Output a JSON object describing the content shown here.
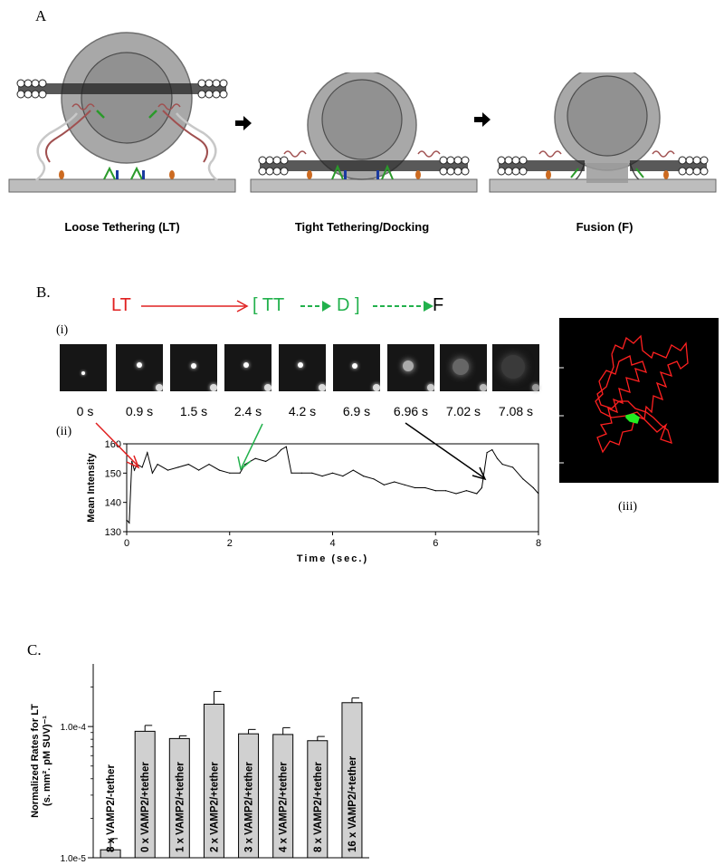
{
  "panel_a": {
    "letter": "A",
    "stages": [
      "Loose Tethering (LT)",
      "Tight Tethering/Docking",
      "Fusion (F)"
    ]
  },
  "panel_b": {
    "letter": "B.",
    "scheme": {
      "lt": "LT",
      "tt_open": "[ TT",
      "d_close": "D ]",
      "f": "F"
    },
    "label_i": "(i)",
    "label_ii": "(ii)",
    "label_iii": "(iii)",
    "frame_times": [
      "0 s",
      "0.9 s",
      "1.5 s",
      "2.4 s",
      "4.2 s",
      "6.9 s",
      "6.96 s",
      "7.02 s",
      "7.08 s"
    ],
    "colors": {
      "red": "#e02020",
      "green": "#22b14c",
      "black": "#000000"
    }
  },
  "panel_c": {
    "letter": "C."
  },
  "chart_data": [
    {
      "type": "line",
      "title": "",
      "xlabel": "Time (sec.)",
      "ylabel": "Mean Intensity",
      "xlim": [
        0,
        8
      ],
      "ylim": [
        130,
        160
      ],
      "xticks": [
        "0",
        "2",
        "4",
        "6",
        "8"
      ],
      "yticks": [
        "130",
        "140",
        "150",
        "160"
      ],
      "series": [
        {
          "x": [
            0,
            0.05,
            0.1,
            0.15,
            0.2,
            0.3,
            0.4,
            0.5,
            0.6,
            0.8,
            1.0,
            1.2,
            1.4,
            1.6,
            1.8,
            2.0,
            2.2,
            2.3,
            2.5,
            2.7,
            2.9,
            3.0,
            3.1,
            3.2,
            3.4,
            3.6,
            3.8,
            4.0,
            4.2,
            4.4,
            4.6,
            4.8,
            5.0,
            5.2,
            5.4,
            5.6,
            5.8,
            6.0,
            6.2,
            6.4,
            6.6,
            6.8,
            6.9,
            7.0,
            7.1,
            7.2,
            7.3,
            7.5,
            7.7,
            7.9,
            8.0
          ],
          "y": [
            134,
            133,
            154,
            151,
            153,
            152,
            157,
            150,
            153,
            151,
            152,
            153,
            151,
            153,
            151,
            150,
            150,
            153,
            155,
            154,
            156,
            158,
            159,
            150,
            150,
            150,
            149,
            150,
            149,
            151,
            149,
            148,
            146,
            147,
            146,
            145,
            145,
            144,
            144,
            143,
            144,
            143,
            145,
            157,
            158,
            155,
            153,
            152,
            148,
            145,
            143
          ]
        }
      ]
    },
    {
      "type": "bar",
      "title": "",
      "xlabel": "",
      "ylabel": "Normalized Rates for LT\n(s. mm². pM SUV)⁻¹",
      "y_scale": "log",
      "ylim": [
        1e-05,
        0.0003
      ],
      "yticks": [
        "1.0e-5",
        "1.0e-4"
      ],
      "categories": [
        "8 x VAMP2/-tether",
        "0 x VAMP2/+tether",
        "1 x VAMP2/+tether",
        "2 x VAMP2/+tether",
        "3 x VAMP2/+tether",
        "4 x VAMP2/+tether",
        "8 x VAMP2/+tether",
        "16 x VAMP2/+tether"
      ],
      "values": [
        1.15e-05,
        9.2e-05,
        8.1e-05,
        0.000148,
        8.8e-05,
        8.7e-05,
        7.8e-05,
        0.000152
      ],
      "errors_upper": [
        1.4e-05,
        0.000102,
        8.5e-05,
        0.000185,
        9.5e-05,
        9.8e-05,
        8.4e-05,
        0.000165
      ]
    }
  ],
  "trajectory": {
    "background": "#000000",
    "path_color": "#ff2020",
    "cluster_color": "#22ee22"
  }
}
